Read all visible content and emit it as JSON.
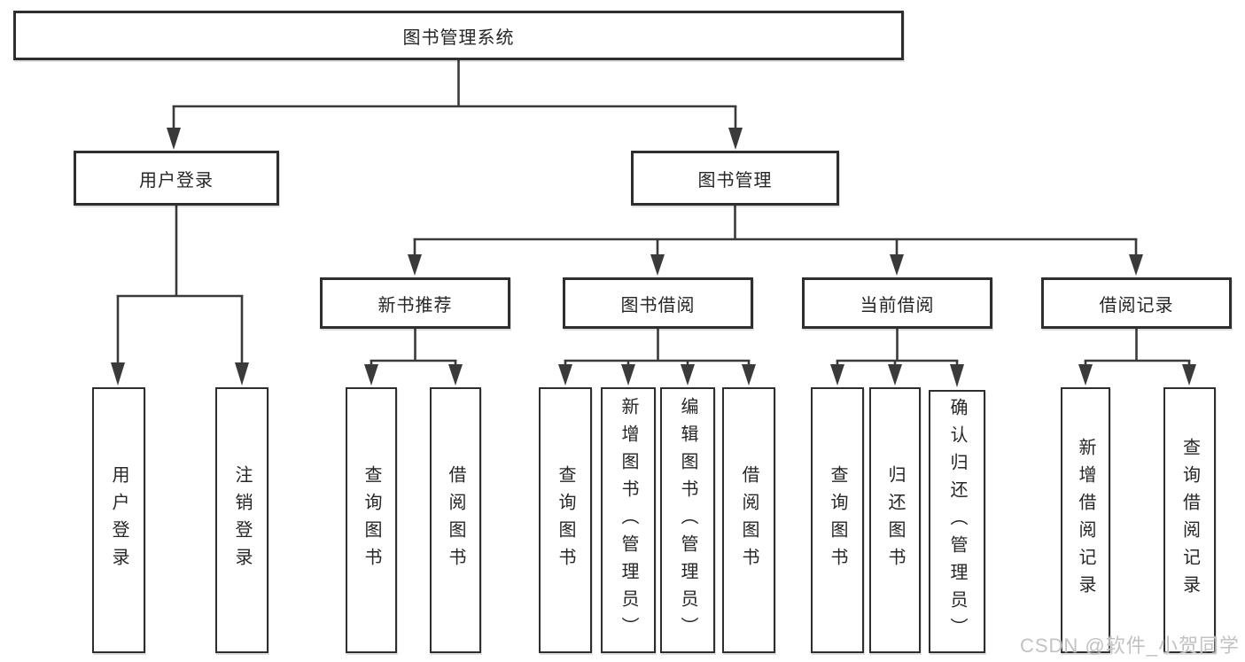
{
  "tree": {
    "root": "图书管理系统",
    "level2": [
      {
        "label": "用户登录",
        "leaves": [
          "用户登录",
          "注销登录"
        ]
      },
      {
        "label": "图书管理",
        "groups": [
          {
            "label": "新书推荐",
            "leaves": [
              "查询图书",
              "借阅图书"
            ]
          },
          {
            "label": "图书借阅",
            "leaves": [
              "查询图书",
              "新增图书（管理员）",
              "编辑图书（管理员）",
              "借阅图书"
            ]
          },
          {
            "label": "当前借阅",
            "leaves": [
              "查询图书",
              "归还图书",
              "确认归还（管理员）"
            ]
          },
          {
            "label": "借阅记录",
            "leaves": [
              "新增借阅记录",
              "查询借阅记录"
            ]
          }
        ]
      }
    ]
  },
  "watermark": "CSDN @软件_小贺同学",
  "colors": {
    "line": "#3a3a3a",
    "box_border": "#2e2e2e",
    "text": "#262626",
    "watermark": "#c2c2c2",
    "background": "#ffffff"
  }
}
